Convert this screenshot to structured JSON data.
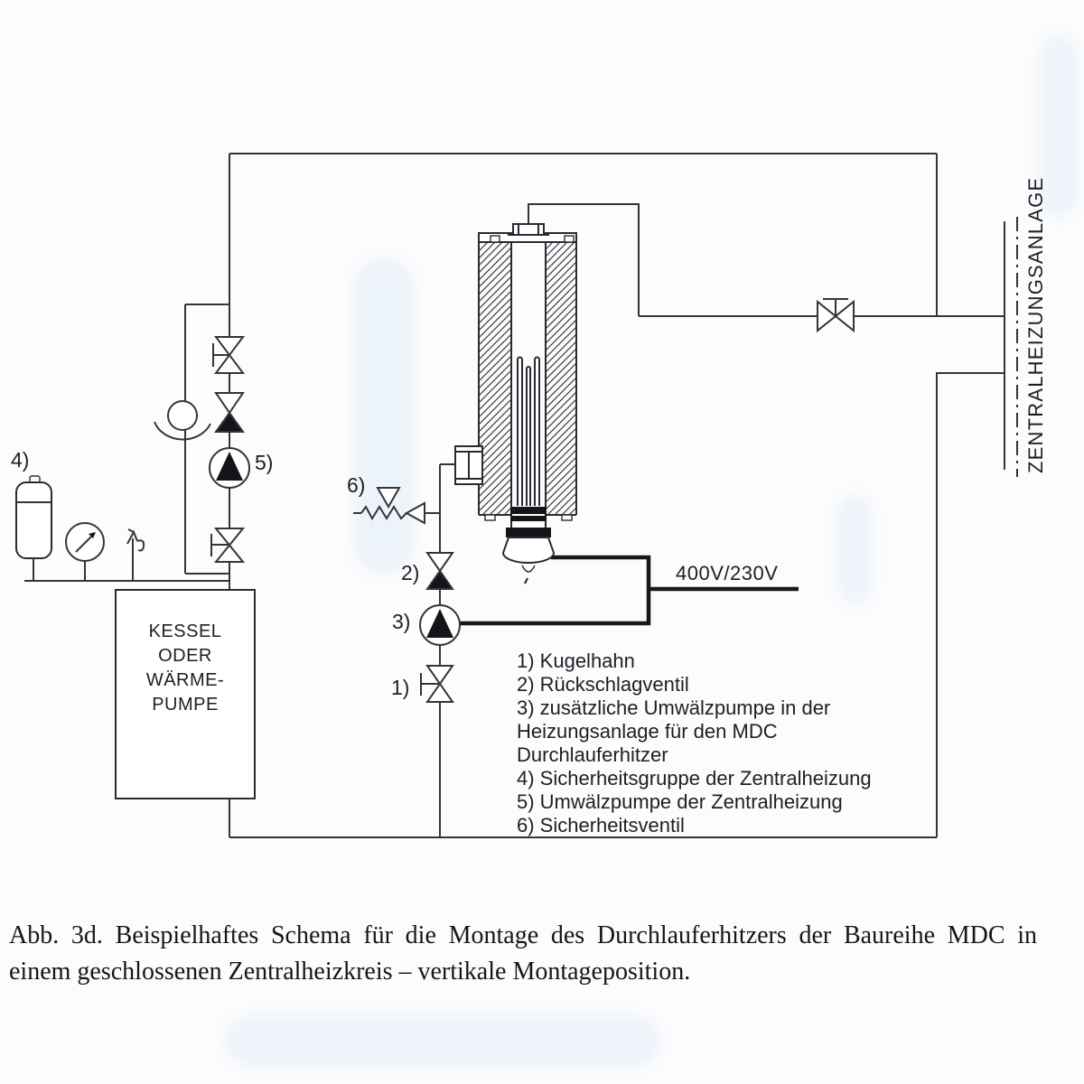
{
  "figure": {
    "caption_line1": "Abb. 3d. Beispielhaftes Schema für die Montage des Durchlauferhitzers der Baureihe MDC in",
    "caption_line2": "einem geschlossenen Zentralheizkreis – vertikale Montageposition."
  },
  "legend": {
    "items": [
      "1) Kugelhahn",
      "2) Rückschlagventil",
      "3) zusätzliche Umwälzpumpe in der\nHeizungsanlage für den MDC\nDurchlauferhitzer",
      "4) Sicherheitsgruppe der Zentralheizung",
      "5) Umwälzpumpe der Zentralheizung",
      "6) Sicherheitsventil"
    ]
  },
  "callouts": {
    "c1": "1)",
    "c2": "2)",
    "c3": "3)",
    "c4": "4)",
    "c5": "5)",
    "c6": "6)"
  },
  "boiler_box": {
    "text": "KESSEL\nODER\nWÄRME-\nPUMPE"
  },
  "power": {
    "label": "400V/230V"
  },
  "system_boundary": {
    "label": "ZENTRALHEIZUNGSANLAGE"
  },
  "colors": {
    "line": "#34343c",
    "cable": "#17171d",
    "text": "#1e1e26",
    "ink": "#141419"
  }
}
